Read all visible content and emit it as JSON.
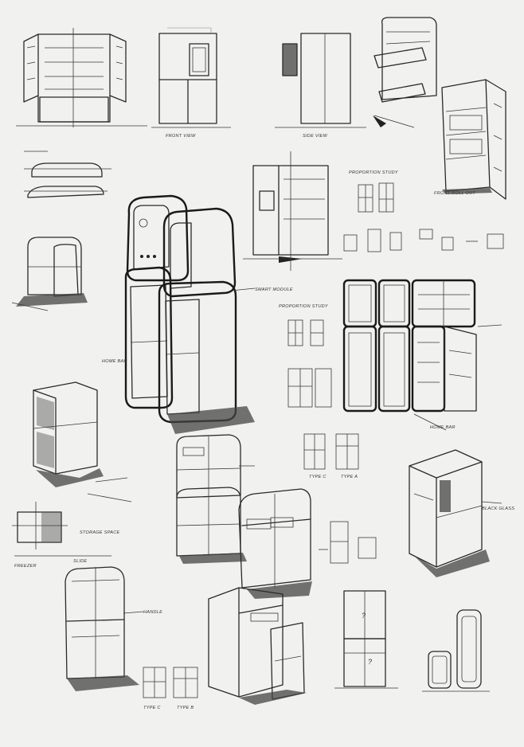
{
  "labels": {
    "front_view": "FRONT VIEW",
    "side_view": "SIDE VIEW",
    "type_a": "TYPE A",
    "type_b": "TYPE B",
    "type_c": "TYPE C",
    "smart_module": "SMART MODULE",
    "home_bar": "HOME BAR",
    "proportion_study_1": "PROPORTION STUDY",
    "proportion_study_2": "PROPORTION STUDY",
    "freezer": "FREEZER",
    "storage_space": "STORAGE SPACE",
    "slide": "SLIDE",
    "handle": "HANDLE",
    "black_glass": "BLACK GLASS",
    "front_roll_out": "FRONT ROLL OUT",
    "home_bar_2": "HOME BAR",
    "question_mark": "?"
  }
}
